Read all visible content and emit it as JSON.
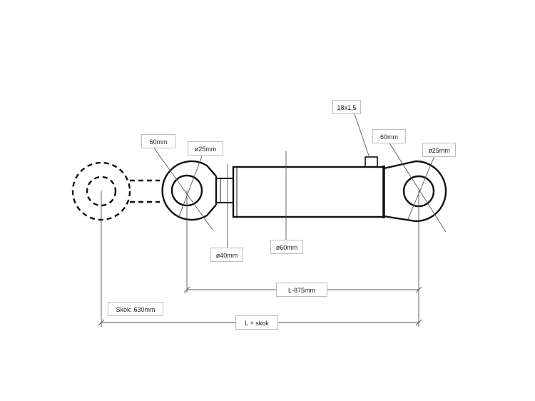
{
  "labels": {
    "thread": "18x1,5",
    "eye_left_width": "60mm",
    "eye_left_bore": "ø25mm",
    "eye_right_width": "60mm",
    "eye_right_bore": "ø25mm",
    "rod_diameter": "ø40mm",
    "cylinder_diameter": "ø60mm",
    "closed_length": "L-875mm",
    "stroke": "Skok: 630mm",
    "extended_length": "L + skok"
  },
  "colors": {
    "line": "#111111",
    "dimension": "#555555",
    "label_border": "#bdbdbd"
  }
}
